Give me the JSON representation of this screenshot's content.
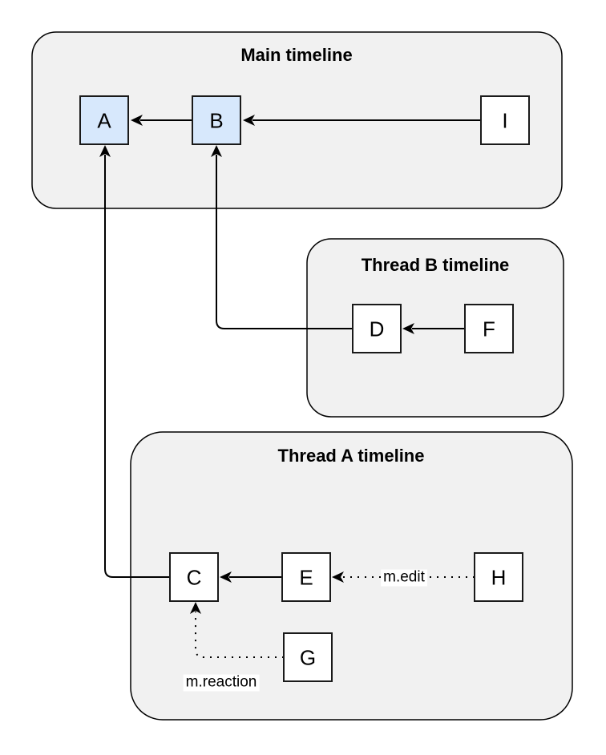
{
  "diagram": {
    "type": "event-graph",
    "containers": [
      {
        "id": "main-timeline",
        "title": "Main timeline"
      },
      {
        "id": "thread-b-timeline",
        "title": "Thread B timeline"
      },
      {
        "id": "thread-a-timeline",
        "title": "Thread A timeline"
      }
    ],
    "nodes": [
      {
        "id": "A",
        "label": "A",
        "container": "main-timeline",
        "highlighted": true
      },
      {
        "id": "B",
        "label": "B",
        "container": "main-timeline",
        "highlighted": true
      },
      {
        "id": "I",
        "label": "I",
        "container": "main-timeline",
        "highlighted": false
      },
      {
        "id": "D",
        "label": "D",
        "container": "thread-b-timeline",
        "highlighted": false
      },
      {
        "id": "F",
        "label": "F",
        "container": "thread-b-timeline",
        "highlighted": false
      },
      {
        "id": "C",
        "label": "C",
        "container": "thread-a-timeline",
        "highlighted": false
      },
      {
        "id": "E",
        "label": "E",
        "container": "thread-a-timeline",
        "highlighted": false
      },
      {
        "id": "H",
        "label": "H",
        "container": "thread-a-timeline",
        "highlighted": false
      },
      {
        "id": "G",
        "label": "G",
        "container": "thread-a-timeline",
        "highlighted": false
      }
    ],
    "edges": [
      {
        "from": "B",
        "to": "A",
        "style": "solid",
        "label": ""
      },
      {
        "from": "I",
        "to": "B",
        "style": "solid",
        "label": ""
      },
      {
        "from": "F",
        "to": "D",
        "style": "solid",
        "label": ""
      },
      {
        "from": "D",
        "to": "B",
        "style": "solid",
        "label": ""
      },
      {
        "from": "E",
        "to": "C",
        "style": "solid",
        "label": ""
      },
      {
        "from": "H",
        "to": "E",
        "style": "dotted",
        "label": "m.edit"
      },
      {
        "from": "G",
        "to": "C",
        "style": "dotted",
        "label": "m.reaction"
      },
      {
        "from": "C",
        "to": "A",
        "style": "solid",
        "label": ""
      }
    ],
    "colors": {
      "background": "#ffffff",
      "container_fill": "#f1f1f1",
      "container_border": "#000000",
      "node_fill": "#ffffff",
      "node_highlight_fill": "#d7e8fc",
      "node_border": "#1a1a1a",
      "edge": "#000000",
      "edge_label_background": "#ffffff"
    }
  }
}
